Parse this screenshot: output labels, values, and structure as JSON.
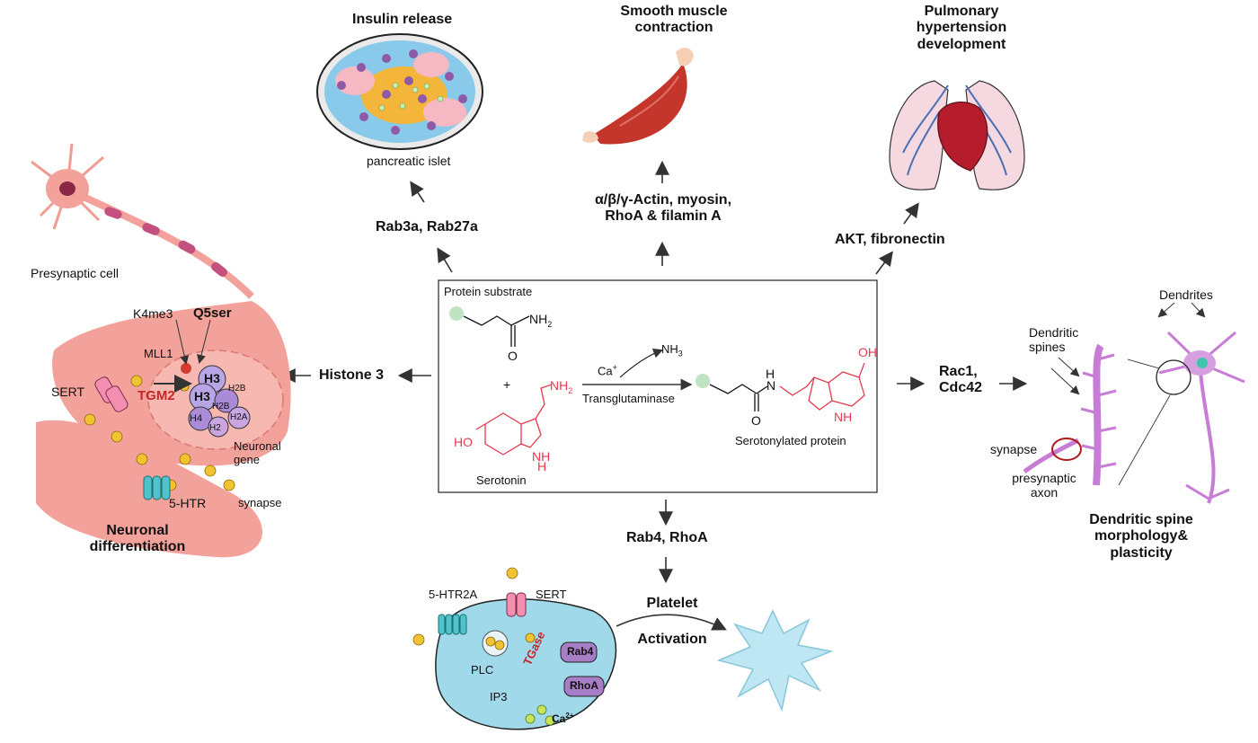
{
  "center": {
    "protein_substrate": "Protein substrate",
    "nh2": "NH",
    "sub2": "2",
    "o": "O",
    "plus": "+",
    "serotonin_nh2": "NH",
    "serotonin_ho": "HO",
    "serotonin_nh": "NH",
    "serotonin_h": "H",
    "serotonin": "Serotonin",
    "ca": "Ca",
    "ca_charge": "+",
    "nh3": "NH",
    "sub3": "3",
    "transglutaminase": "Transglutaminase",
    "product_h": "H",
    "product_n": "N",
    "product_o": "O",
    "product_oh": "OH",
    "product_nh": "NH",
    "serotonylated_protein": "Serotonylated protein"
  },
  "top_left": {
    "title": "Insulin release",
    "caption": "pancreatic islet",
    "mediators": "Rab3a, Rab27a"
  },
  "top_middle": {
    "title_line1": "Smooth muscle",
    "title_line2": "contraction",
    "mediators_line1": "α/β/γ-Actin, myosin,",
    "mediators_line2": "RhoA & filamin A"
  },
  "top_right": {
    "title_line1": "Pulmonary",
    "title_line2": "hypertension",
    "title_line3": "development",
    "mediators": "AKT, fibronectin"
  },
  "left": {
    "presynaptic_cell": "Presynaptic cell",
    "k4me3": "K4me3",
    "q5ser": "Q5ser",
    "mll1": "MLL1",
    "sert": "SERT",
    "tgm2": "TGM2",
    "h3a": "H3",
    "h3b": "H3",
    "h2b_a": "H2B",
    "h2b_b": "H2B",
    "h4": "H4",
    "h2a_a": "H2A",
    "h2a_b": "H2",
    "neuronal_gene_line1": "Neuronal",
    "neuronal_gene_line2": "gene",
    "five_htr": "5-HTR",
    "synapse": "synapse",
    "title_line1": "Neuronal",
    "title_line2": "differentiation",
    "mediator": "Histone 3"
  },
  "right": {
    "mediators_line1": "Rac1,",
    "mediators_line2": "Cdc42",
    "dendrites": "Dendrites",
    "dendritic_spines_line1": "Dendritic",
    "dendritic_spines_line2": "spines",
    "synapse": "synapse",
    "presynaptic_axon_line1": "presynaptic",
    "presynaptic_axon_line2": "axon",
    "title_line1": "Dendritic spine",
    "title_line2": "morphology&",
    "title_line3": "plasticity"
  },
  "bottom": {
    "mediators": "Rab4, RhoA",
    "five_htr2a": "5-HTR2A",
    "sert": "SERT",
    "plc": "PLC",
    "ip3": "IP3",
    "tgase": "TGase",
    "rab4": "Rab4",
    "rhoa": "RhoA",
    "ca": "Ca",
    "ca_charge": "2+",
    "title_line1": "Platelet",
    "title_line2": "Activation"
  },
  "colors": {
    "serotonin_red": "#e53950",
    "tgm2_red": "#c62828",
    "neuron_pink": "#f2a29a",
    "dendrite_purple": "#c77dd6",
    "histone_purple": "#a98bd8",
    "platelet_blue": "#9fd9ea",
    "muscle_red": "#c4362b",
    "lung_pink": "#f6d9e0",
    "vesicle_yellow": "#f1c232"
  }
}
